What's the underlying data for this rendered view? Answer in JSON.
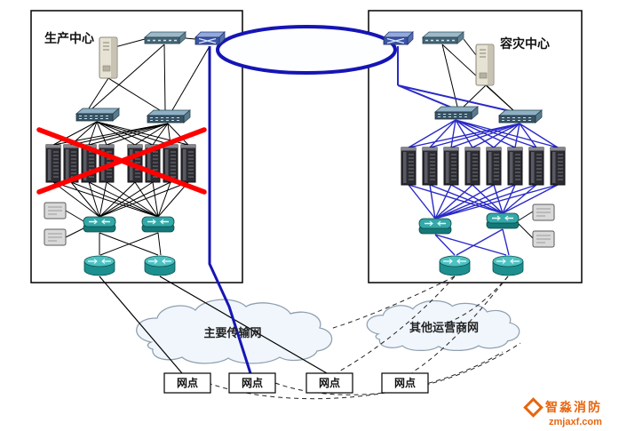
{
  "nodes": {
    "production_center": "生产中心",
    "disaster_center": "容灾中心"
  },
  "networks": {
    "main_transport": "主要传输网",
    "other_carriers": "其他运营商网"
  },
  "branches": [
    "网点",
    "网点",
    "网点",
    "网点"
  ],
  "watermark": {
    "brand": "智淼消防",
    "site": "zmjaxf.com"
  },
  "colors": {
    "link": "#1515b5",
    "link_light": "#2a2ac8",
    "failure": "#ff0000",
    "watermark": "#e8650d",
    "cloud_fill": "#f0f6fc"
  }
}
